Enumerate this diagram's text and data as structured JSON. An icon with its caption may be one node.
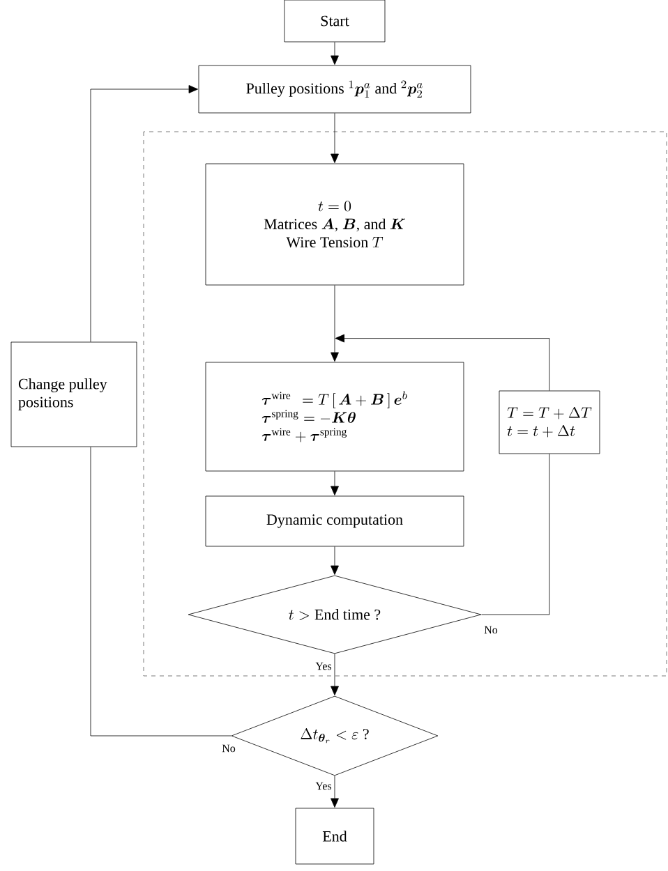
{
  "diagram": {
    "nodes": [
      {
        "text": [
          "Start"
        ]
      },
      {
        "text": [
          "\\text{Pulley positions }{}^1\\boldsymbol{p}_1^a\\text{ and }{}^2\\boldsymbol{p}_2^a"
        ]
      },
      {
        "text": [],
        "shape": "box"
      },
      {
        "text": [
          "t=0",
          "\\text{Matrices }\\boldsymbol{A}\\text{, }\\boldsymbol{B}\\text{, and }\\boldsymbol{K}",
          "\\text{Wire Tension }T"
        ],
        "in": 2
      },
      {
        "text": [
          "\\boldsymbol{\\tau}^{\\text{wire}}\\ \\,=T\\,[\\,\\boldsymbol{A}+\\boldsymbol{B}\\,]\\,\\boldsymbol{e}^b",
          "\\boldsymbol{\\tau}^{\\text{spring}}=-\\boldsymbol{K}\\boldsymbol{\\theta}",
          "\\boldsymbol{\\tau}^{\\text{wire}}+\\boldsymbol{\\tau}^{\\text{spring}}"
        ],
        "in": 2
      },
      {
        "text": [
          "T=T+\\Delta T",
          "t=t+\\Delta t"
        ],
        "in": 2
      },
      {
        "text": [
          "Dynamic computation"
        ],
        "in": 2
      },
      {
        "text": [
          "t>\\text{End time ?}"
        ],
        "in": 2
      },
      {
        "text": [
          "\\Delta t_{\\boldsymbol{\\theta}_r}<\\varepsilon\\text{ ?}"
        ]
      },
      {
        "text": [
          "End"
        ]
      },
      {
        "text": [
          "Change pulley positions"
        ]
      }
    ],
    "edges": [
      {
        "from": 0,
        "to": 1,
        "arrow": "to"
      },
      {
        "from": 1,
        "to": 3,
        "arrow": "to"
      },
      {
        "from": 3,
        "to": 4,
        "arrow": "to"
      },
      {
        "from": 4,
        "to": 6,
        "arrow": "to"
      },
      {
        "from": 6,
        "to": 7,
        "arrow": "to"
      },
      {
        "from": 7,
        "to": 5,
        "arrow": "none",
        "label": "No"
      },
      {
        "from": 5,
        "to": 4,
        "arrow": "to"
      },
      {
        "from": 7,
        "to": 8,
        "arrow": "to",
        "label": "Yes"
      },
      {
        "from": 8,
        "to": 10,
        "arrow": "none",
        "label": "No"
      },
      {
        "from": 10,
        "to": 1,
        "arrow": "to"
      },
      {
        "from": 8,
        "to": 9,
        "arrow": "to",
        "label": "Yes"
      }
    ]
  }
}
